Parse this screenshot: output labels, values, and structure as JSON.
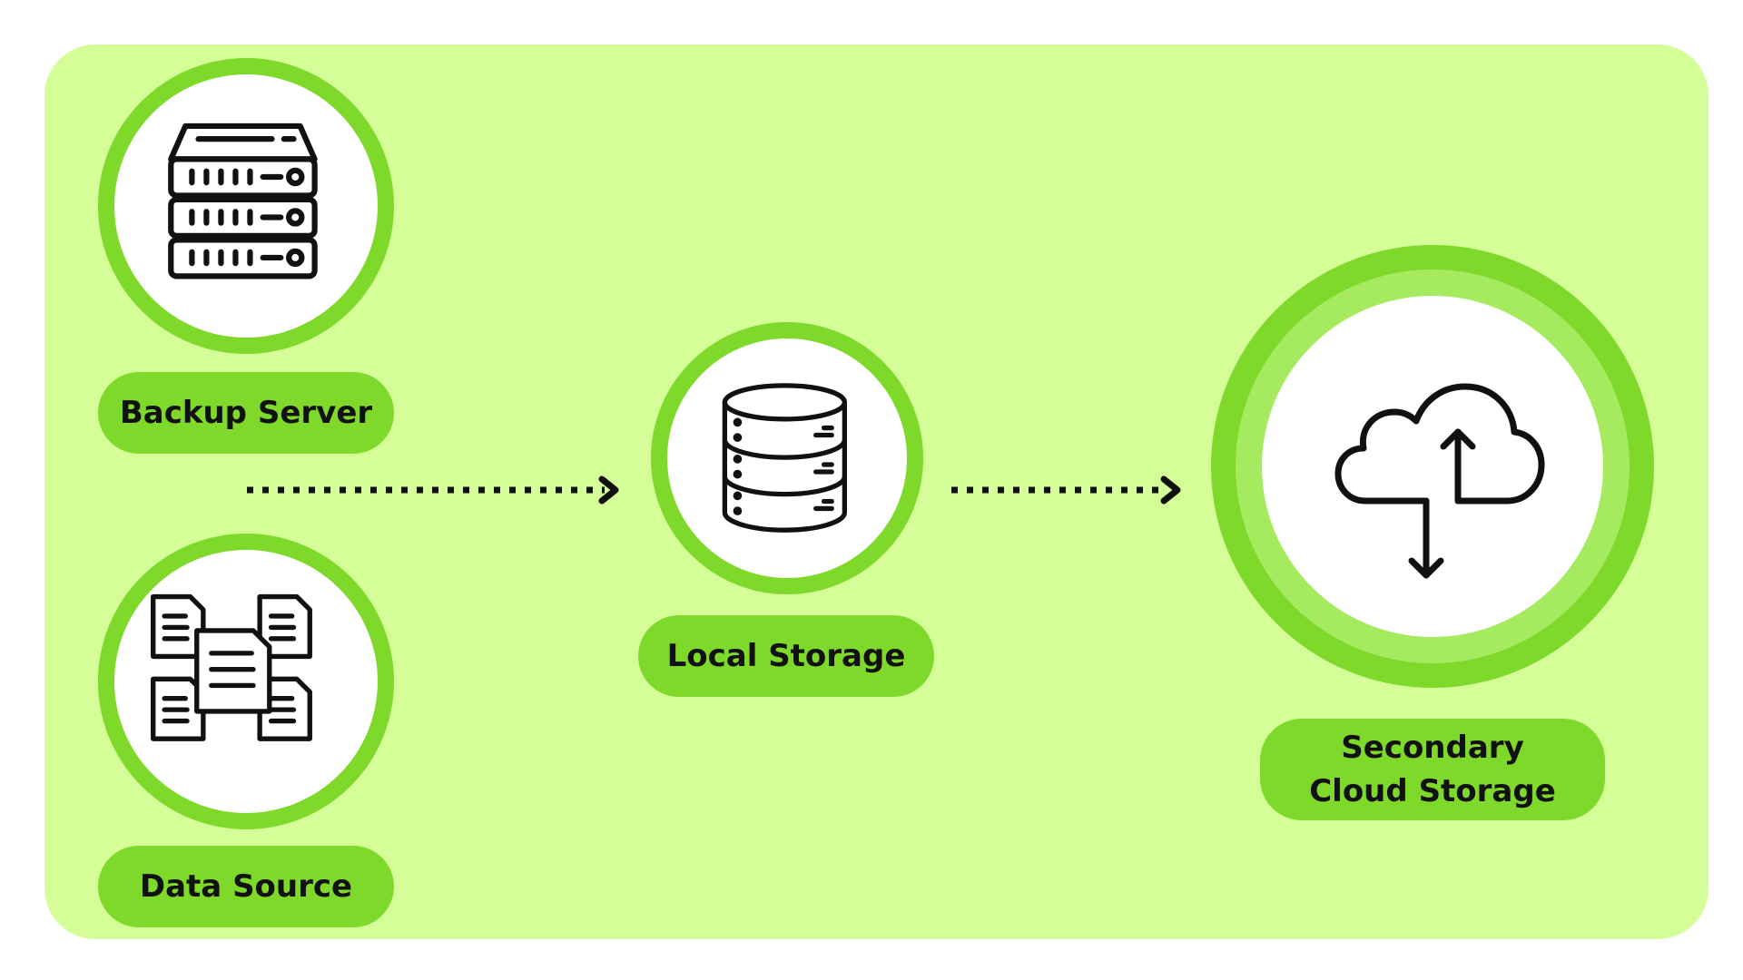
{
  "colors": {
    "background": "#ffffff",
    "panel": "#d5fd98",
    "accent": "#7ed92a",
    "ring_highlight": "#a6ea60",
    "icon_stroke": "#111111",
    "text": "#111111"
  },
  "nodes": {
    "backup_server": {
      "label": "Backup Server",
      "icon": "server-rack-icon"
    },
    "data_source": {
      "label": "Data Source",
      "icon": "documents-icon"
    },
    "local_storage": {
      "label": "Local Storage",
      "icon": "database-icon"
    },
    "cloud_storage": {
      "label": "Secondary Cloud Storage",
      "icon": "cloud-sync-icon"
    }
  },
  "edges": [
    {
      "from": "sources",
      "to": "local_storage",
      "style": "dotted-arrow"
    },
    {
      "from": "local_storage",
      "to": "cloud_storage",
      "style": "dotted-arrow"
    }
  ]
}
